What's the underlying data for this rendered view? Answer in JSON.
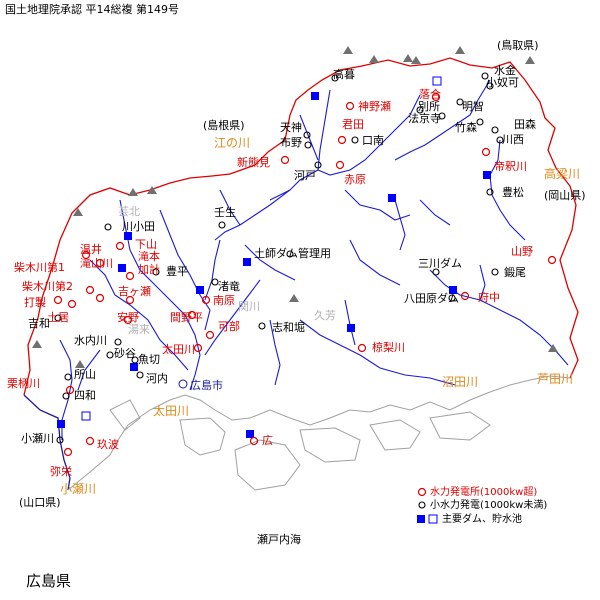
{
  "header": {
    "approval": "国土地理院承認 平14総複 第149号"
  },
  "prefecture_title": "広島県",
  "neighbors": {
    "tottori": "(鳥取県)",
    "shimane": "(島根県)",
    "okayama": "(岡山県)",
    "yamaguchi": "(山口県)"
  },
  "rivers": {
    "gonokawa": "江の川",
    "takahashi": "高梁川",
    "ashida": "芦田川",
    "numata": "沼田川",
    "ota": "太田川",
    "oze": "小瀬川"
  },
  "hydro_large": {
    "kamino_se": "神野瀬",
    "kimita": "君田",
    "ochiai": "落合",
    "shinshoken": "新熊見",
    "akahara": "赤原",
    "taishaku": "帝釈川",
    "yamano": "山野",
    "onsen": "温井",
    "takiyama": "滝山川",
    "shimoyama": "下山",
    "takimoto_kako": "滝本\n加計",
    "shibakigawa1": "柴木川第1",
    "shibakigawa2": "柴木川第2",
    "kichigase": "吉ヶ瀬",
    "minamihara": "南原",
    "mamano": "間野平",
    "tsuchii": "土居",
    "annou": "安野",
    "kabe": "可部",
    "otagawa": "太田川",
    "uchide": "打製",
    "kuriyagawa": "栗柄川",
    "minami": "玖波",
    "yasaka": "弥栄",
    "hiro": "広",
    "fuchu": "府中",
    "mukunashigawa": "椋梨川"
  },
  "hydro_small": {
    "takaharu": "高暮",
    "komizu": "小奴可",
    "mizukane": "水金",
    "akechi": "明智",
    "bessho": "別所",
    "hokyoji": "法京寺",
    "takemori": "竹森",
    "tamori": "田森",
    "kawanishi": "川西",
    "tengami": "天神",
    "funo": "布野",
    "kuchiminami": "口南",
    "kawado": "河戸",
    "toyomatsu": "豊松",
    "mibu": "壬生",
    "kawakoda": "川小田",
    "toyohira": "豊平",
    "kiyomori": "渚竜",
    "yoshiwa": "吉和",
    "uchiuchi": "水内川",
    "shiwabori": "志和堀",
    "sunatani": "砂谷",
    "uokiri": "魚切",
    "kawachi": "河内",
    "shozan": "所山",
    "yonwa": "四和",
    "ozegawa": "小瀬川",
    "sanraku": "三川ダム",
    "kakuo": "鍛尾",
    "hattahara": "八田原ダム"
  },
  "dams": {
    "haji": "土師ダム管理用"
  },
  "places_gray": {
    "geihoku": "芸北",
    "yuki": "湯来",
    "higashihiroshima": "関川",
    "kurose": "久芳",
    "hiroshima_city": "広島市"
  },
  "labels_misc": {
    "setonaikai": "瀬戸内海"
  },
  "legend": {
    "large": "水力発電所(1000kw超)",
    "small": "小水力発電(1000kw未満)",
    "dams": "主要ダム、貯水池"
  },
  "colors": {
    "border": "#e00000",
    "river": "#1a1ad8",
    "coast": "#a0a0a0",
    "dam": "#0000ff",
    "mountain": "#707070"
  }
}
